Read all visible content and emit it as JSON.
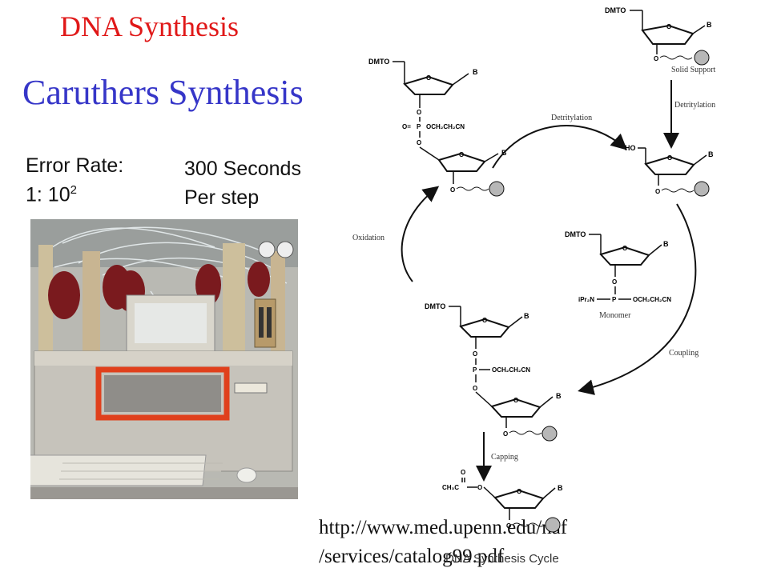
{
  "slide": {
    "title": "DNA Synthesis",
    "subtitle": "Caruthers Synthesis",
    "error_rate_label": "Error Rate:",
    "error_rate_base": "1: 10",
    "error_rate_exp": "2",
    "time_line1": "300 Seconds",
    "time_line2": "Per step",
    "url_line1": "http://www.med.upenn.edu/naf",
    "url_line2": "/services/catalog99.pdf"
  },
  "diagram": {
    "caption": "DNA Synthesis Cycle",
    "steps": {
      "detritylation_right": "Detritylation",
      "detritylation_top": "Detritylation",
      "oxidation": "Oxidation",
      "coupling": "Coupling",
      "capping": "Capping"
    },
    "labels": {
      "solid_support": "Solid Support",
      "monomer": "Monomer",
      "dmto": "DMTO",
      "ho": "HO",
      "base": "B",
      "oxygen": "O",
      "phosphorus": "P",
      "cyanoethyl": "OCH2CH2CN",
      "cyanoethyl_display": "OCH₂CH₂CN",
      "ipr2n": "iPr₂N",
      "ch3c": "CH₃C"
    }
  },
  "colors": {
    "title": "#e01818",
    "subtitle": "#3636c8",
    "machine_frame": "#c9b79a",
    "machine_red_panel": "#e0401c",
    "bottle_red": "#7a1a1e"
  }
}
